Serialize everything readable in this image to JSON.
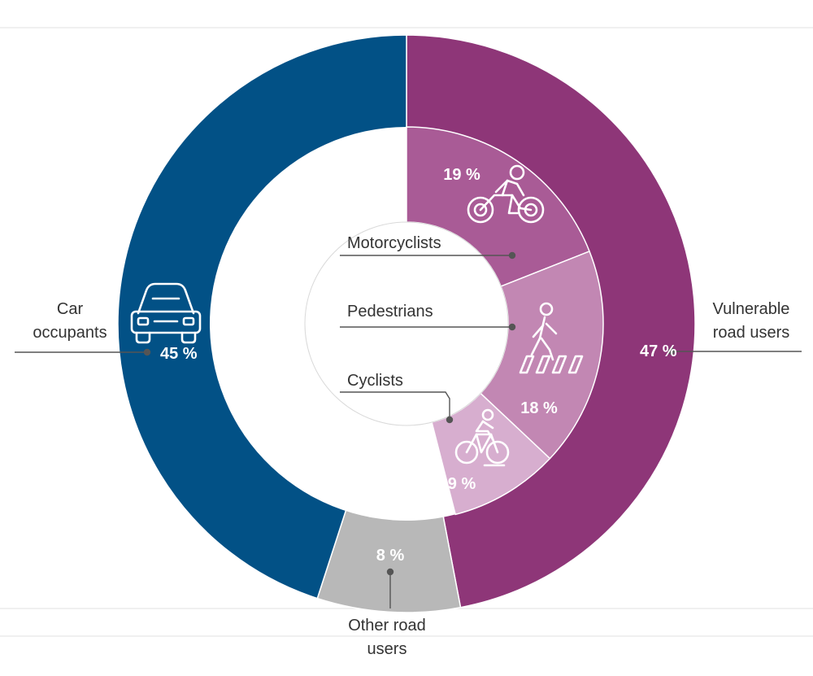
{
  "chart_data": {
    "type": "pie",
    "outer_ring": [
      {
        "label": "Vulnerable road users",
        "label_lines": [
          "Vulnerable",
          "road users"
        ],
        "value": 47,
        "value_label": "47 %",
        "color": "#8e3678"
      },
      {
        "label": "Other road users",
        "label_lines": [
          "Other road",
          "users"
        ],
        "value": 8,
        "value_label": "8 %",
        "color": "#b8b8b8"
      },
      {
        "label": "Car occupants",
        "label_lines": [
          "Car",
          "occupants"
        ],
        "value": 45,
        "value_label": "45 %",
        "color": "#025186"
      }
    ],
    "inner_ring": [
      {
        "label": "Motorcyclists",
        "value": 19,
        "value_label": "19 %",
        "color": "#a95b96",
        "icon": "motorcyclist-icon"
      },
      {
        "label": "Pedestrians",
        "value": 18,
        "value_label": "18 %",
        "color": "#c287b3",
        "icon": "pedestrian-icon"
      },
      {
        "label": "Cyclists",
        "value": 9,
        "value_label": "9 %",
        "color": "#d7aecf",
        "icon": "cyclist-icon"
      }
    ],
    "car_icon": "car-icon",
    "colors": {
      "gridline": "#e2e2e2",
      "leader": "#555555",
      "text": "#333333"
    }
  }
}
